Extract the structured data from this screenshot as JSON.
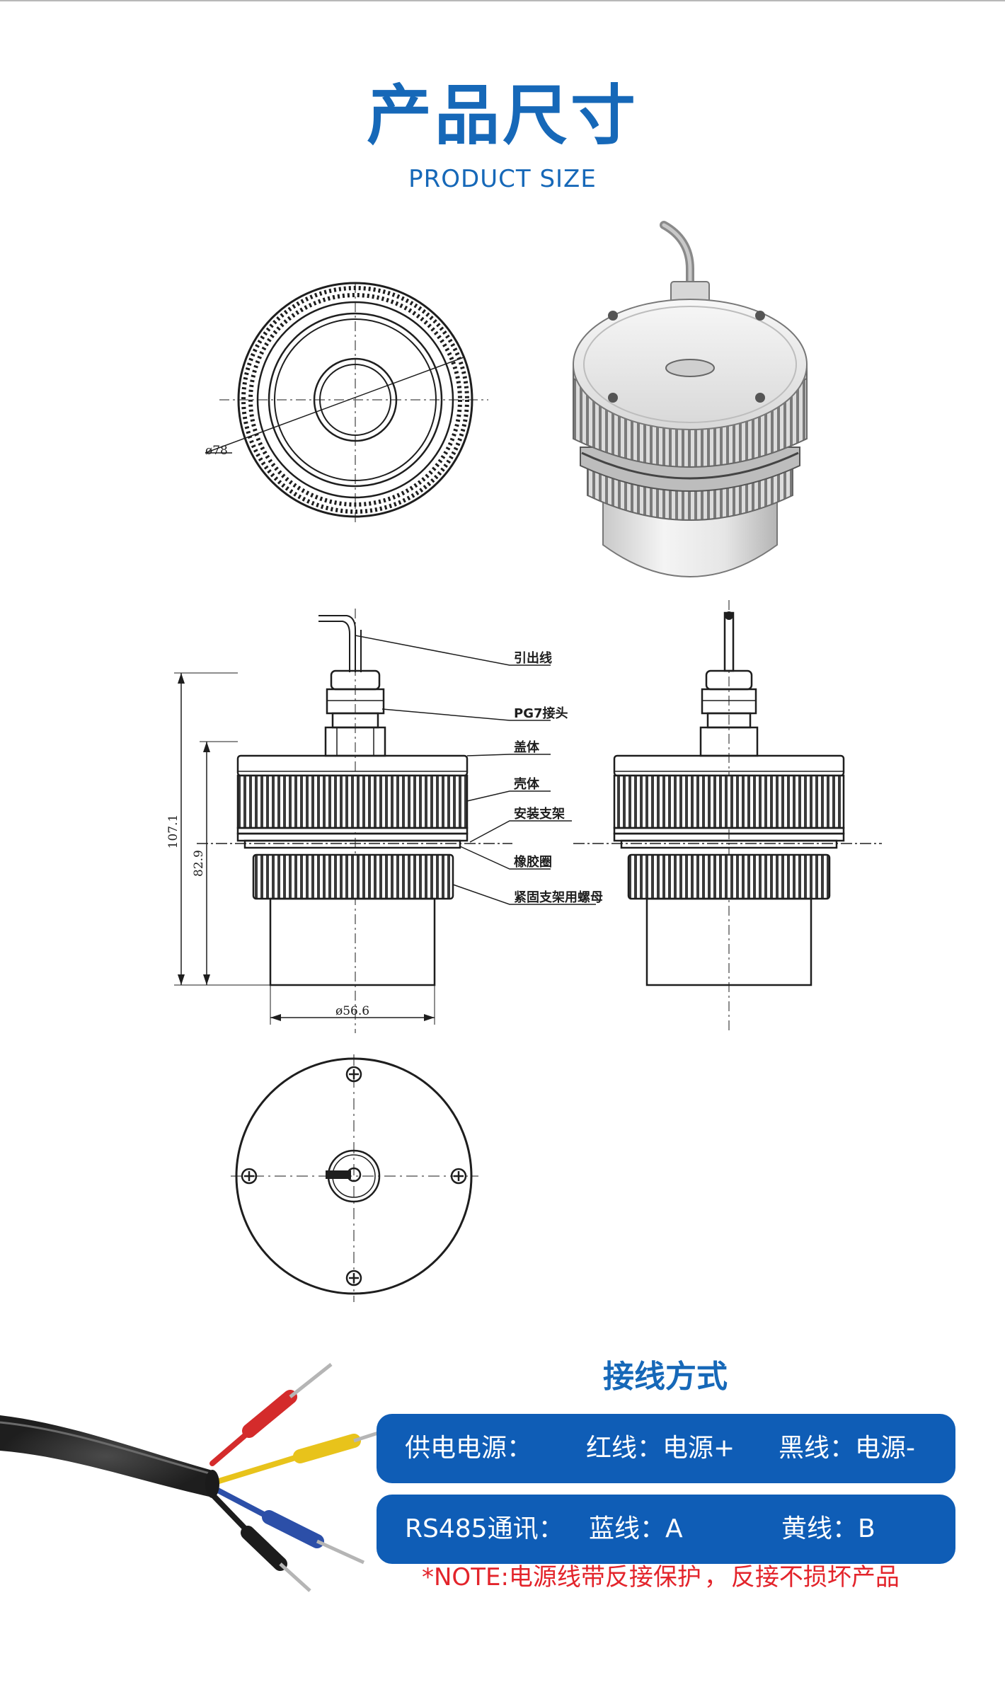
{
  "header": {
    "title_zh": "产品尺寸",
    "title_en": "PRODUCT SIZE"
  },
  "drawing": {
    "top_view_dim": "ø78",
    "side_height": "107.1",
    "side_height_inner": "82.9",
    "bottom_dia": "ø56.6",
    "callouts": [
      "引出线",
      "PG7接头",
      "盖体",
      "壳体",
      "安装支架",
      "橡胶圈",
      "紧固支架用螺母"
    ]
  },
  "wiring": {
    "title": "接线方式",
    "rows": [
      {
        "label": "供电电源：",
        "wire1": "红线：电源+",
        "wire2": "黑线：电源-"
      },
      {
        "label": "RS485通讯：",
        "wire1": "蓝线：A",
        "wire2": "黄线：B"
      }
    ],
    "note_prefix": "*NOTE:",
    "note_part1": "电源线带反接保护",
    "note_sep": "，",
    "note_part2": "反接不损坏产品"
  },
  "colors": {
    "accent": "#1668b8",
    "bar": "#0f5db6",
    "note": "#e3242b",
    "wire_red": "#d42b2b",
    "wire_yellow": "#e8c31b",
    "wire_blue": "#2c4fa8",
    "wire_black": "#1c1c1c",
    "cable": "#2e2e2e"
  }
}
